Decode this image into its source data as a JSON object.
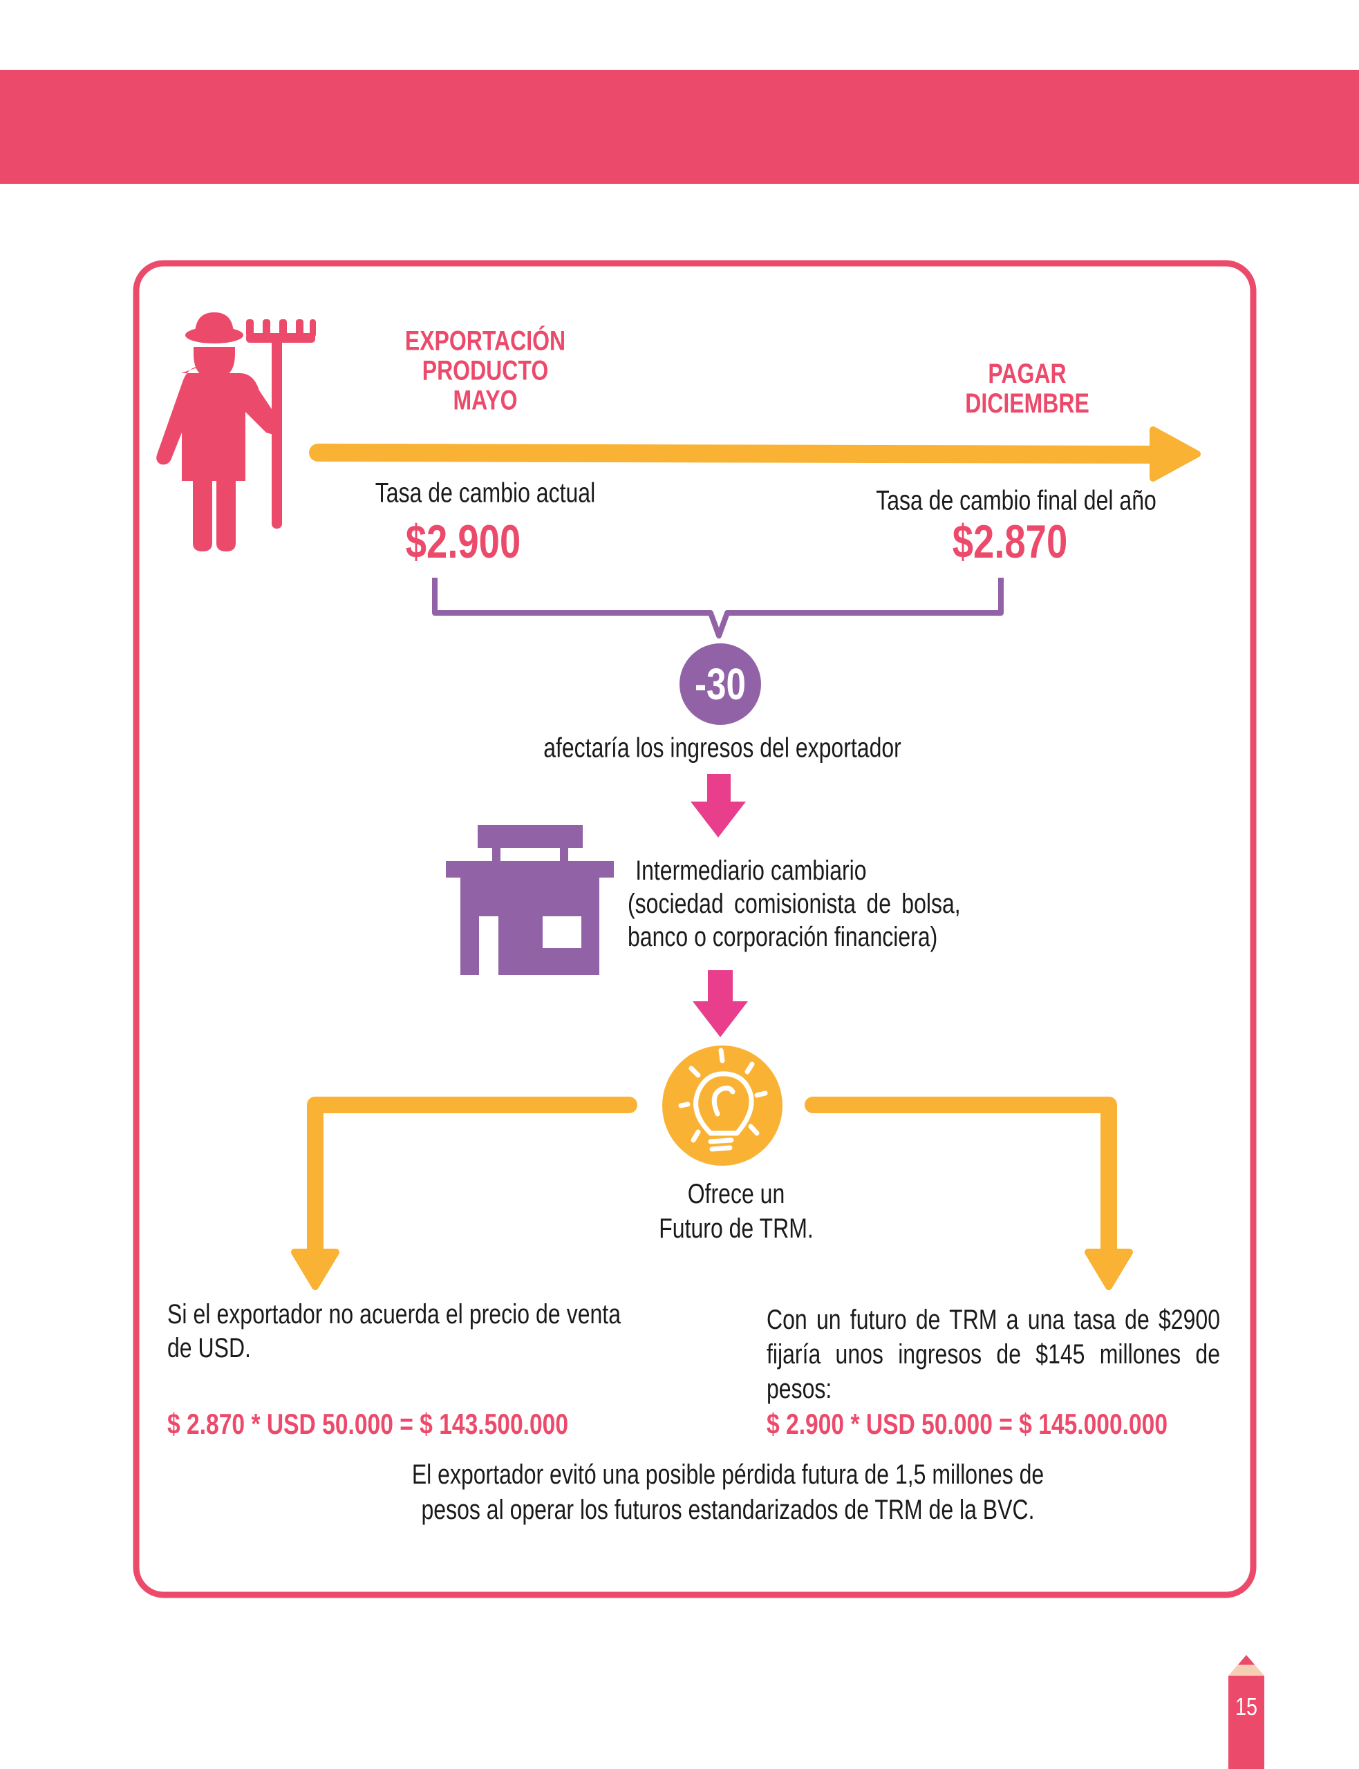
{
  "colors": {
    "brand_pink": "#ec4a6b",
    "orange": "#f9b233",
    "purple": "#9162a6",
    "magenta": "#e83e8c"
  },
  "timeline": {
    "start_heading": [
      "EXPORTACIÓN",
      "PRODUCTO",
      "MAYO"
    ],
    "end_heading": [
      "PAGAR",
      "DICIEMBRE"
    ],
    "start_label": "Tasa de cambio actual",
    "start_value": "$2.900",
    "end_label": "Tasa de cambio final del año",
    "end_value": "$2.870"
  },
  "difference": {
    "value": "-30",
    "caption": "afectaría los ingresos del exportador"
  },
  "intermediary": {
    "lines": [
      "Intermediario cambiario",
      "(sociedad comisionista de bolsa,",
      "banco o corporación financiera)"
    ]
  },
  "offer": {
    "lines": [
      "Ofrece un",
      "Futuro de TRM."
    ]
  },
  "left_case": {
    "text": "Si el exportador no acuerda el precio de venta de USD.",
    "formula": "$ 2.870 * USD 50.000 = $ 143.500.000"
  },
  "right_case": {
    "text": "Con un futuro de TRM a una tasa de $2900 fijaría unos ingresos de $145 millones de pesos:",
    "formula": "$ 2.900 * USD 50.000 = $ 145.000.000"
  },
  "conclusion": [
    "El exportador evitó una posible pérdida futura de 1,5 millones de",
    "pesos al operar los futuros estandarizados de TRM de la BVC."
  ],
  "page_number": "15"
}
